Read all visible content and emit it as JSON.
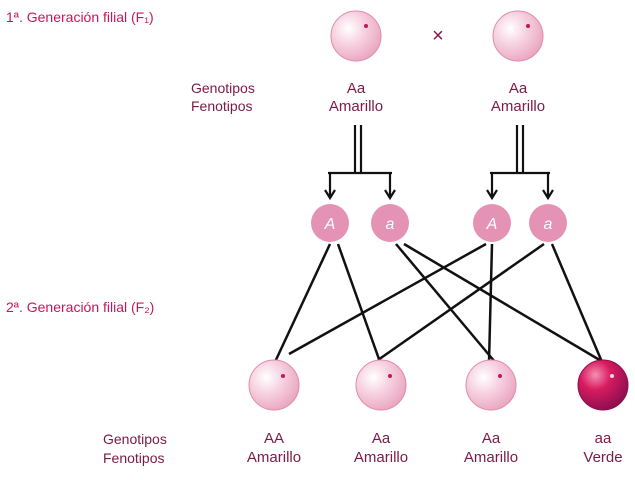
{
  "f1": {
    "title": "1ª. Generación filial (F₁)",
    "cross_symbol": "×",
    "genotype_label": "Genotipos",
    "phenotype_label": "Fenotipos",
    "parents": [
      {
        "genotype": "Aa",
        "phenotype": "Amarillo"
      },
      {
        "genotype": "Aa",
        "phenotype": "Amarillo"
      }
    ]
  },
  "gametes": [
    "A",
    "a",
    "A",
    "a"
  ],
  "f2": {
    "title": "2ª. Generación filial (F₂)",
    "genotype_label": "Genotipos",
    "phenotype_label": "Fenotipos",
    "offspring": [
      {
        "genotype": "AA",
        "phenotype": "Amarillo"
      },
      {
        "genotype": "Aa",
        "phenotype": "Amarillo"
      },
      {
        "genotype": "Aa",
        "phenotype": "Amarillo"
      },
      {
        "genotype": "aa",
        "phenotype": "Verde"
      }
    ]
  },
  "colors": {
    "yellow_pea": "#f4c2d5",
    "green_pea": "#c2185b",
    "gamete": "#e493b4",
    "accent": "#c2185b"
  }
}
